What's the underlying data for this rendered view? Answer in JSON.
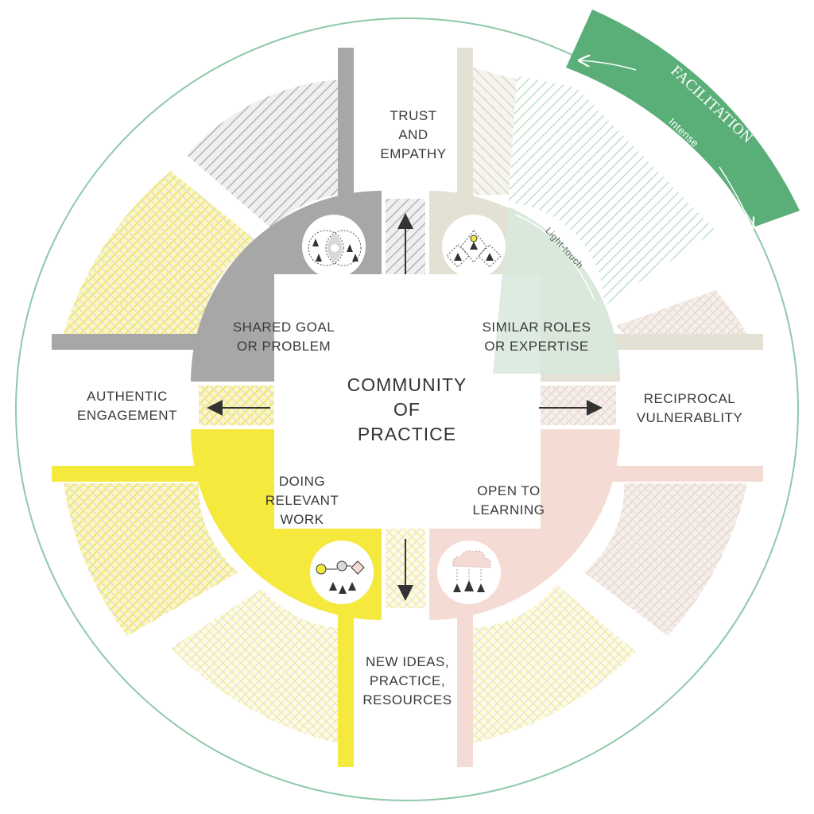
{
  "center": {
    "line1": "COMMUNITY",
    "line2": "OF",
    "line3": "PRACTICE"
  },
  "quadrants": {
    "shared": {
      "line1": "SHARED GOAL",
      "line2": "OR PROBLEM",
      "color": "#a7a7a7"
    },
    "similar": {
      "line1": "SIMILAR ROLES",
      "line2": "OR EXPERTISE",
      "color": "#e3e0d4"
    },
    "doing": {
      "line1": "DOING",
      "line2": "RELEVANT",
      "line3": "WORK",
      "color": "#f6e93d"
    },
    "open": {
      "line1": "OPEN TO",
      "line2": "LEARNING",
      "color": "#f4dcd5"
    }
  },
  "outcomes": {
    "trust": {
      "line1": "TRUST",
      "line2": "AND",
      "line3": "EMPATHY"
    },
    "authentic": {
      "line1": "AUTHENTIC",
      "line2": "ENGAGEMENT"
    },
    "reciprocal": {
      "line1": "RECIPROCAL",
      "line2": "VULNERABLITY"
    },
    "new_ideas": {
      "line1": "NEW IDEAS,",
      "line2": "PRACTICE,",
      "line3": "RESOURCES"
    }
  },
  "facilitation": {
    "title": "FACILITATION",
    "intense": "Intense",
    "light_touch": "Light-touch",
    "color": "#5aae78"
  },
  "colors": {
    "ring": "#8ec9a8",
    "arrow": "#333333",
    "pale_green": "#d8e8dc"
  },
  "icons": [
    "venn-people-icon",
    "diamond-people-icon",
    "workflow-people-icon",
    "cloud-people-icon"
  ]
}
